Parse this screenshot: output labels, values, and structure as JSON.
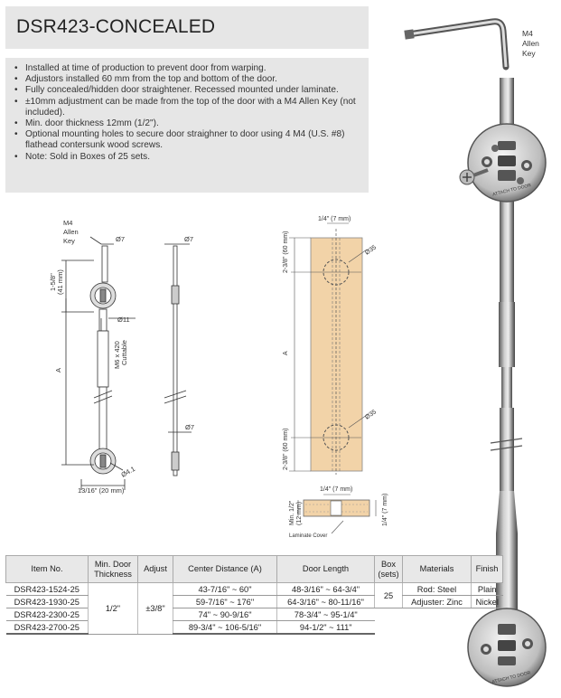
{
  "title": "DSR423-CONCEALED",
  "bullets": [
    "Installed at time of production to prevent door from warping.",
    "Adjustors installed 60 mm from the top and bottom of the door.",
    "Fully concealed/hidden door straightener. Recessed mounted  under laminate.",
    "±10mm adjustment can be made from the top of the door with a M4 Allen Key (not included).",
    "Min. door thickness 12mm (1/2\").",
    "Optional mounting holes to secure door straighner to door using 4 M4 (U.S. #8) flathead contersunk wood screws.",
    "Note: Sold in Boxes of 25 sets."
  ],
  "photo": {
    "key_label_1": "M4",
    "key_label_2": "Allen",
    "key_label_3": "Key"
  },
  "side_drawing": {
    "key_1": "M4",
    "key_2": "Allen",
    "key_3": "Key",
    "dia7_top": "Ø7",
    "dia7_right": "Ø7",
    "dim_top_1": "1-5/8\"",
    "dim_top_2": "(41 mm)",
    "dia11": "Ø11",
    "rod_1": "M6 x 420",
    "rod_2": "Cuttable",
    "a_label": "A",
    "dia7_bottom": "Ø7",
    "dia41": "Ø4.1",
    "bottom_dim": "13/16\" (20 mm)"
  },
  "door_drawing": {
    "top_dim": "1/4\" (7 mm)",
    "top_offset": "2-3/8\" (60 mm)",
    "dia35_top": "Ø35",
    "a_label": "A",
    "dia35_bottom": "Ø35",
    "bottom_offset": "2-3/8\" (60 mm)",
    "section_top": "1/4\" (7 mm)",
    "min_1": "Min. 1/2\"",
    "min_2": "(12 mm)",
    "section_right": "1/4\" (7 mm)",
    "laminate": "Laminate Cover"
  },
  "table": {
    "headers": {
      "item": "Item No.",
      "thickness_1": "Min. Door",
      "thickness_2": "Thickness",
      "adjust": "Adjust",
      "center": "Center Distance (A)",
      "door": "Door Length",
      "box_1": "Box",
      "box_2": "(sets)",
      "materials": "Materials",
      "finish": "Finish"
    },
    "rows": [
      {
        "item": "DSR423-1524-25",
        "center": "43-7/16\" ~ 60\"",
        "door": "48-3/16\" ~ 64-3/4\""
      },
      {
        "item": "DSR423-1930-25",
        "center": "59-7/16\" ~ 176\"",
        "door": "64-3/16\" ~ 80-11/16\""
      },
      {
        "item": "DSR423-2300-25",
        "center": "74\" ~ 90-9/16\"",
        "door": "78-3/4\" ~ 95-1/4\""
      },
      {
        "item": "DSR423-2700-25",
        "center": "89-3/4\" ~ 106-5/16\"",
        "door": "94-1/2\" ~ 111\""
      }
    ],
    "thickness": "1/2\"",
    "adjust": "±3/8\"",
    "box": "25",
    "materials": [
      "Rod: Steel",
      "Adjuster: Zinc"
    ],
    "finish": [
      "Plain",
      "Nickel"
    ]
  }
}
